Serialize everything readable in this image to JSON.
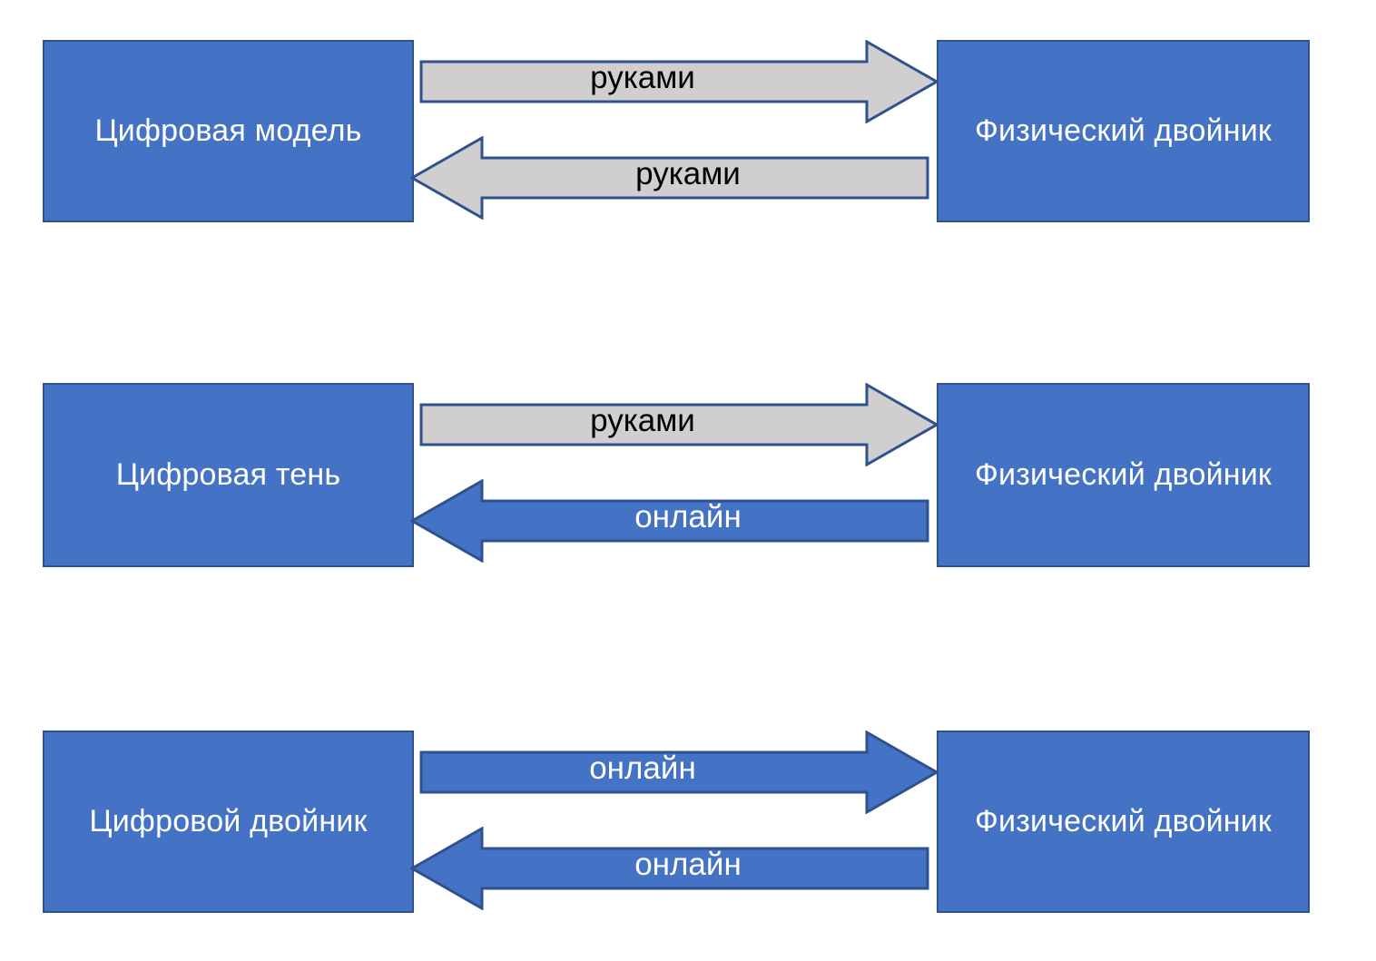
{
  "diagram": {
    "type": "flow-comparison",
    "colors": {
      "node_fill": "#4472C4",
      "node_border": "#2F528F",
      "arrow_gray_fill": "#D0CECE",
      "arrow_blue_fill": "#4472C4",
      "arrow_border": "#2F528F",
      "node_text": "#FFFFFF",
      "label_dark": "#000000",
      "label_light": "#FFFFFF",
      "background": "#FFFFFF"
    },
    "rows": [
      {
        "id": "digital-model",
        "left_node": "Цифровая модель",
        "right_node": "Физический двойник",
        "forward_arrow": {
          "label": "руками",
          "direction": "right",
          "style": "gray",
          "label_color": "dark"
        },
        "reverse_arrow": {
          "label": "руками",
          "direction": "left",
          "style": "gray",
          "label_color": "dark"
        }
      },
      {
        "id": "digital-shadow",
        "left_node": "Цифровая тень",
        "right_node": "Физический двойник",
        "forward_arrow": {
          "label": "руками",
          "direction": "right",
          "style": "gray",
          "label_color": "dark"
        },
        "reverse_arrow": {
          "label": "онлайн",
          "direction": "left",
          "style": "blue",
          "label_color": "light"
        }
      },
      {
        "id": "digital-twin",
        "left_node": "Цифровой двойник",
        "right_node": "Физический двойник",
        "forward_arrow": {
          "label": "онлайн",
          "direction": "right",
          "style": "blue",
          "label_color": "light"
        },
        "reverse_arrow": {
          "label": "онлайн",
          "direction": "left",
          "style": "blue",
          "label_color": "light"
        }
      }
    ]
  }
}
